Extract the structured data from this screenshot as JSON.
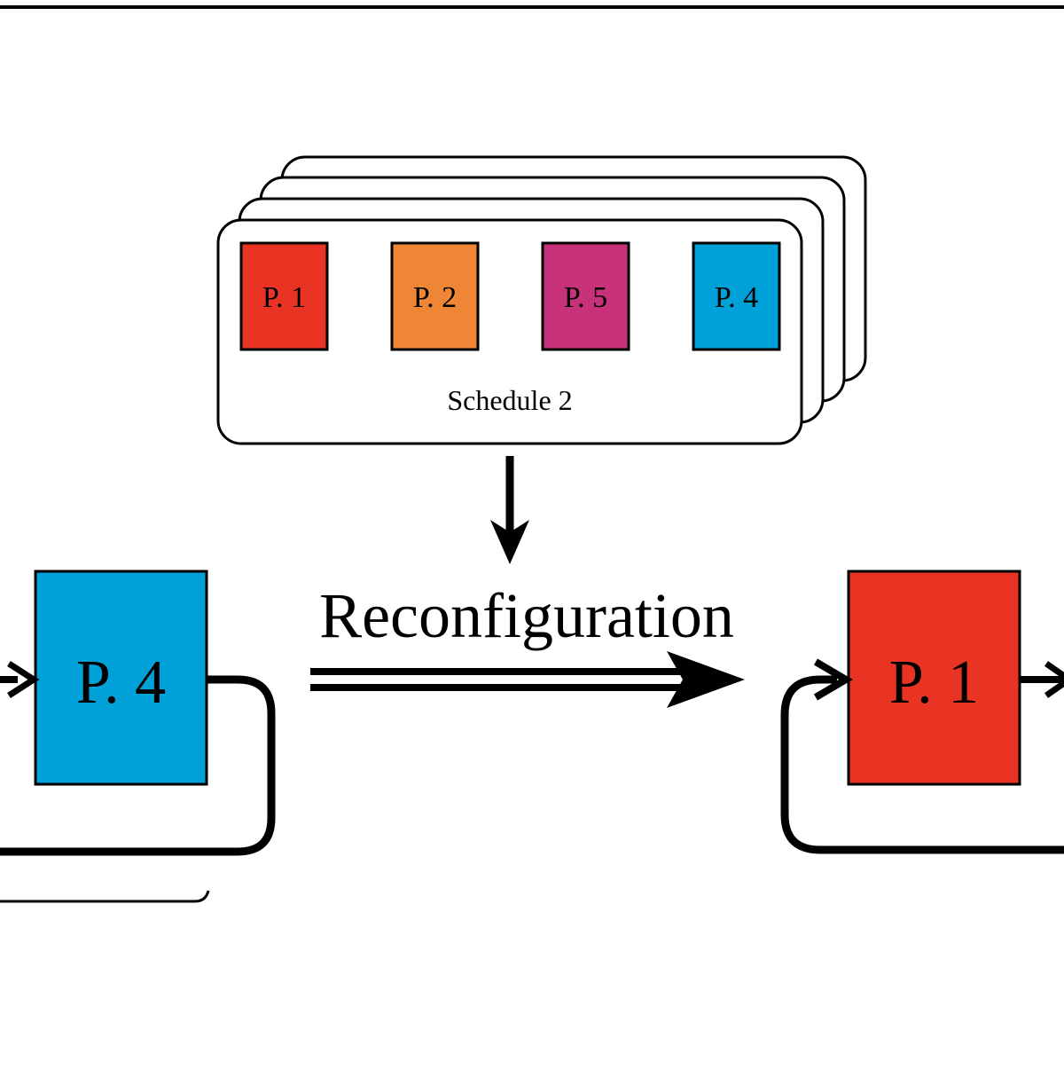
{
  "schedule": {
    "caption": "Schedule 2",
    "pages": [
      {
        "label": "P. 1",
        "color": "#E93323"
      },
      {
        "label": "P. 2",
        "color": "#EF8636"
      },
      {
        "label": "P. 5",
        "color": "#C7327A"
      },
      {
        "label": "P. 4",
        "color": "#00A0D8"
      }
    ]
  },
  "transition": {
    "label": "Reconfiguration"
  },
  "left_block": {
    "label": "P. 4",
    "color": "#00A0D8"
  },
  "right_block": {
    "label": "P. 1",
    "color": "#E93323"
  }
}
